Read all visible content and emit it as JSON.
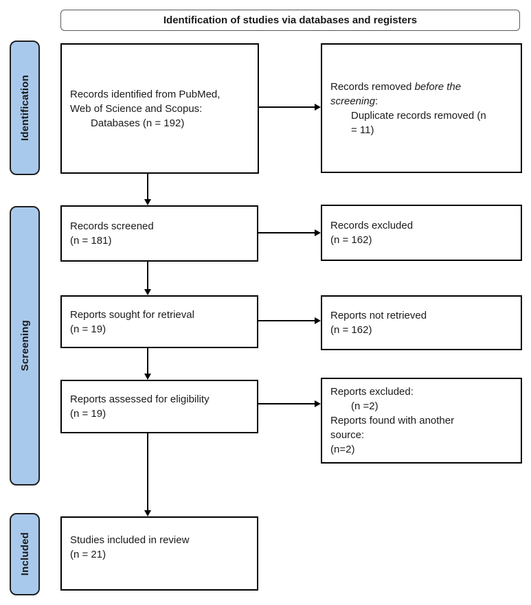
{
  "header": {
    "title": "Identification of studies via databases and registers"
  },
  "stages": {
    "identification": "Identification",
    "screening": "Screening",
    "included": "Included"
  },
  "boxes": {
    "records_identified": {
      "line1": "Records identified from PubMed,",
      "line2": "Web of Science and Scopus:",
      "line3": "Databases (n = 192)"
    },
    "records_removed": {
      "prefix": "Records removed ",
      "italic_line1": "before the",
      "italic_line2": "screening",
      "suffix": ":",
      "detail_line1": "Duplicate records removed (n",
      "detail_line2": "= 11)"
    },
    "records_screened": {
      "line1": "Records screened",
      "line2": "(n = 181)"
    },
    "records_excluded": {
      "line1": "Records excluded",
      "line2": "(n = 162)"
    },
    "reports_sought": {
      "line1": "Reports sought for retrieval",
      "line2": "(n = 19)"
    },
    "reports_not_retrieved": {
      "line1": "Reports not retrieved",
      "line2": "(n = 162)"
    },
    "reports_assessed": {
      "line1": "Reports assessed for eligibility",
      "line2": "(n = 19)"
    },
    "reports_excluded": {
      "line1": "Reports excluded:",
      "line2": "(n =2)",
      "line3": "Reports found with another",
      "line4": "source:",
      "line5": "(n=2)"
    },
    "studies_included": {
      "line1": "Studies included in review",
      "line2": "(n = 21)"
    }
  },
  "colors": {
    "stage_fill": "#a9c9ec",
    "box_border": "#000000",
    "arrow": "#000000"
  }
}
